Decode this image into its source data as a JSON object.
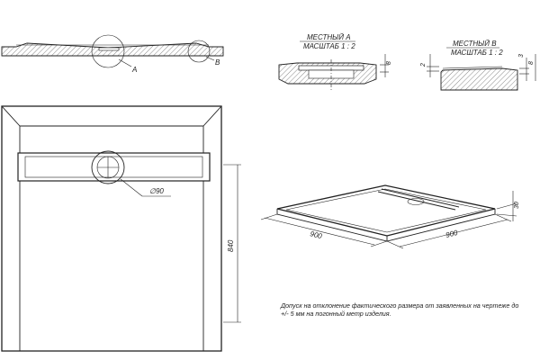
{
  "section_views": {
    "a": {
      "callout": "A",
      "title": "МЕСТНЫЙ А",
      "scale": "МАСШТАБ 1 : 2",
      "dim_height": "8"
    },
    "b": {
      "callout": "B",
      "title": "МЕСТНЫЙ В",
      "scale": "МАСШТАБ 1 : 2",
      "dim_left": "2",
      "dim_right": "3",
      "dim_height": "8"
    }
  },
  "plan_view": {
    "drain_diameter": "∅90",
    "height_dim": "840"
  },
  "iso_view": {
    "width_left": "900",
    "width_right": "900",
    "thickness": "30"
  },
  "note": "Допуск на отклонение фактического размера от заявленных на чертеже до +/- 5 мм на погонный метр изделия.",
  "colors": {
    "line": "#222222",
    "hatch": "#555555",
    "background": "#ffffff"
  }
}
